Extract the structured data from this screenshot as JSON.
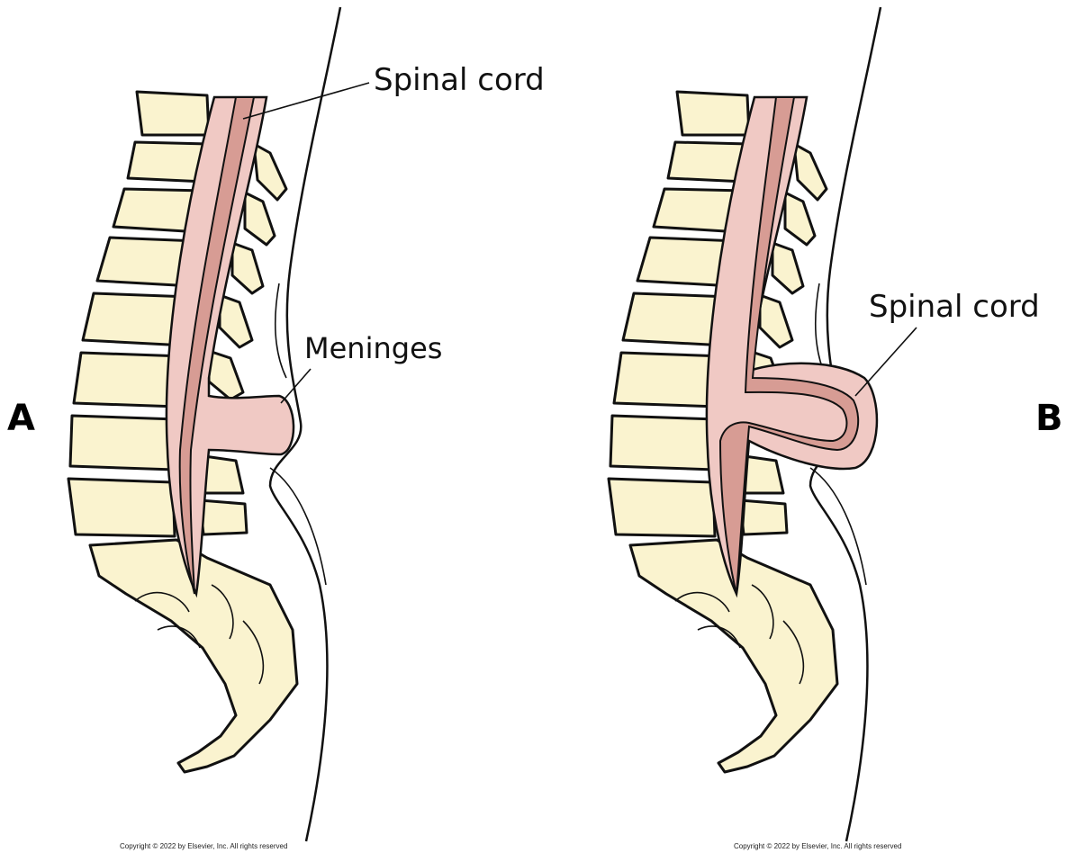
{
  "panel_a": {
    "letter": "A",
    "labels": {
      "spinal_cord": "Spinal cord",
      "meninges": "Meninges"
    }
  },
  "panel_b": {
    "letter": "B",
    "labels": {
      "spinal_cord": "Spinal cord"
    }
  },
  "copyright_text": "Copyright © 2022 by Elsevier, Inc. All rights reserved",
  "colors": {
    "bone": "#faf3cf",
    "meninges": "#f0c9c4",
    "cord": "#d79c94",
    "outline": "#111111"
  }
}
